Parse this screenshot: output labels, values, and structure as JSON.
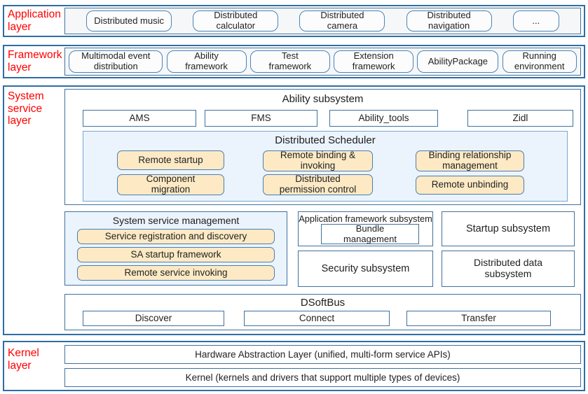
{
  "colors": {
    "layer_border": "#2e6da4",
    "box_border": "#41719c",
    "pill_border": "#4a84ba",
    "label_red": "#fe0000",
    "tan_fill": "#fdeac5",
    "light_blue_fill": "#ebf4fc"
  },
  "application_layer": {
    "label": "Application layer",
    "apps": [
      "Distributed music",
      "Distributed calculator",
      "Distributed camera",
      "Distributed navigation",
      "..."
    ]
  },
  "framework_layer": {
    "label": "Framework layer",
    "modules": [
      "Multimodal event distribution",
      "Ability framework",
      "Test framework",
      "Extension framework",
      "AbilityPackage",
      "Running environment"
    ]
  },
  "system_service_layer": {
    "label": "System service layer",
    "ability_subsystem": {
      "title": "Ability subsystem",
      "components": [
        "AMS",
        "FMS",
        "Ability_tools",
        "Zidl"
      ],
      "distributed_scheduler": {
        "title": "Distributed Scheduler",
        "features": [
          "Remote startup",
          "Remote binding & invoking",
          "Binding relationship management",
          "Component migration",
          "Distributed permission control",
          "Remote unbinding"
        ]
      }
    },
    "system_service_management": {
      "title": "System service management",
      "features": [
        "Service registration and discovery",
        "SA startup framework",
        "Remote service invoking"
      ]
    },
    "application_framework_subsystem": {
      "title": "Application framework subsystem",
      "component": "Bundle management"
    },
    "startup_subsystem": "Startup subsystem",
    "security_subsystem": "Security subsystem",
    "distributed_data_subsystem": "Distributed data subsystem",
    "dsoftbus": {
      "title": "DSoftBus",
      "features": [
        "Discover",
        "Connect",
        "Transfer"
      ]
    }
  },
  "kernel_layer": {
    "label": "Kernel layer",
    "items": [
      "Hardware Abstraction Layer (unified, multi-form service APIs)",
      "Kernel (kernels and drivers that support multiple types of devices)"
    ]
  }
}
